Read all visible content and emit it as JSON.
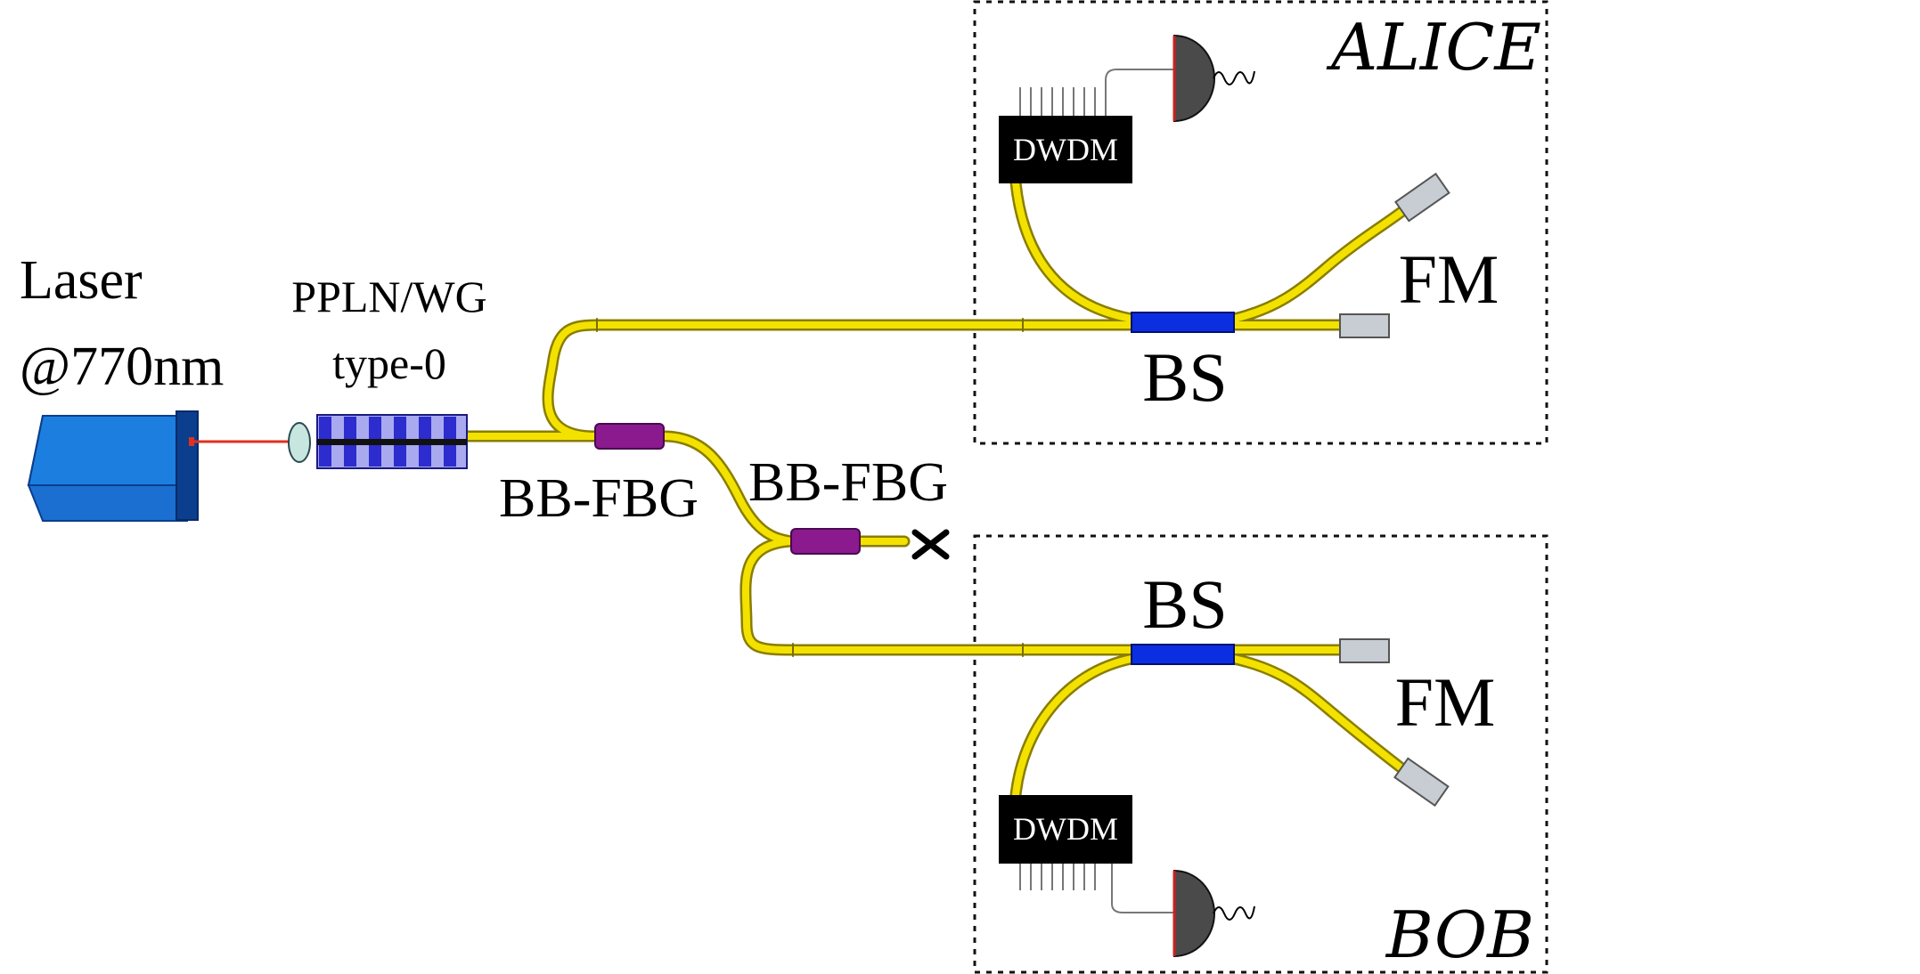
{
  "labels": {
    "laser_line1": "Laser",
    "laser_line2": "@770nm",
    "ppln_line1": "PPLN/WG",
    "ppln_line2": "type-0",
    "bbfbg_1": "BB-FBG",
    "bbfbg_2": "BB-FBG",
    "alice": "ALICE",
    "bob": "BOB",
    "alice_bs": "BS",
    "alice_fm": "FM",
    "alice_dwdm": "DWDM",
    "bob_bs": "BS",
    "bob_fm": "FM",
    "bob_dwdm": "DWDM"
  },
  "colors": {
    "fiber": "#f3e200",
    "fiber_edge": "#8a7d00",
    "beam": "#e03020",
    "laser_body": "#1c7fe0",
    "laser_top": "#4aa8f5",
    "laser_face": "#0b3e8c",
    "fbg": "#8a1a8e",
    "bs": "#0a2ee0",
    "dwdm": "#000000",
    "mirror": "#c7cdd2",
    "ppln_dark": "#2c2ccf",
    "ppln_light": "#a9a9f0",
    "box_border": "#111111"
  },
  "icons": {
    "laser": "laser-source-icon",
    "lens": "lens-icon",
    "ppln": "ppln-waveguide-icon",
    "detector": "single-photon-detector-icon",
    "mirror": "faraday-mirror-icon",
    "termination": "cross-termination-icon"
  }
}
